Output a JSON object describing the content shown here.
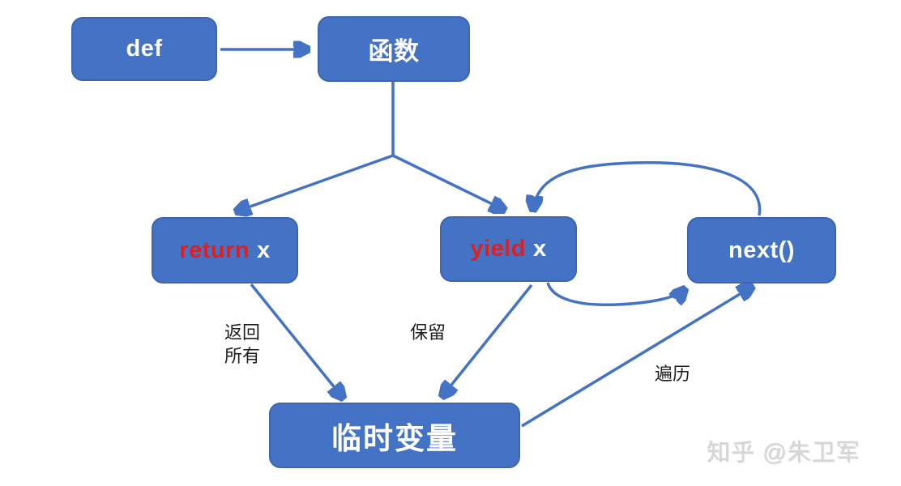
{
  "diagram": {
    "title_hint": "Python generator flow diagram",
    "nodes": {
      "def": {
        "label": "def"
      },
      "function": {
        "label": "函数"
      },
      "return": {
        "keyword": "return",
        "suffix": "x"
      },
      "yield": {
        "keyword": "yield",
        "suffix": "x"
      },
      "next": {
        "label": "next()"
      },
      "temp_var": {
        "label": "临时变量"
      }
    },
    "edge_labels": {
      "return_all": "返回\n所有",
      "keep": "保留",
      "traverse": "遍历"
    },
    "colors": {
      "node_fill": "#4472c4",
      "node_border": "#3a66b2",
      "arrow": "#4472c4",
      "keyword_red": "#e31e1e",
      "node_text": "#ffffff",
      "label_text": "#1f1f1f",
      "watermark": "#d6d6d6",
      "bg": "#ffffff"
    },
    "watermark": "知乎 @朱卫军"
  }
}
